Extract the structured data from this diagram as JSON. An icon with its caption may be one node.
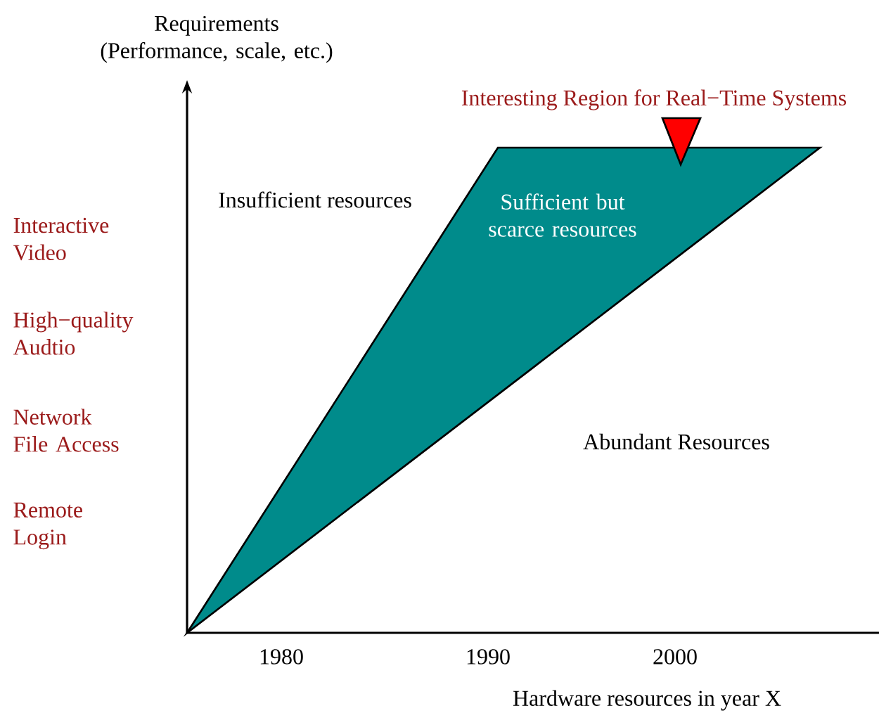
{
  "diagram": {
    "nodes": [
      {
        "text": [
          "Sufficient but scarce resources"
        ]
      }
    ],
    "edges": [],
    "labels": [
      "Requirements (Performance, scale, etc.)",
      "Interesting Region for Real−Time Systems",
      "Insufficient resources",
      "Interactive Video",
      "High−quality Audtio",
      "Network File Access",
      "Remote Login",
      "Abundant Resources",
      "1980",
      "1990",
      "2000",
      "Hardware resources in year X"
    ]
  }
}
